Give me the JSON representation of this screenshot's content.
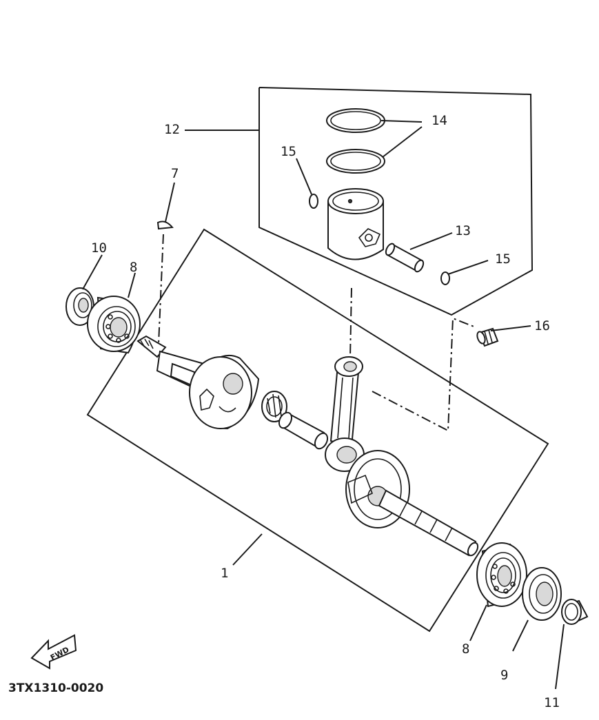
{
  "callouts": {
    "p1": "1",
    "p7": "7",
    "p8_left": "8",
    "p8_right": "8",
    "p9": "9",
    "p10": "10",
    "p11": "11",
    "p12": "12",
    "p13": "13",
    "p14": "14",
    "p15_left": "15",
    "p15_right": "15",
    "p16": "16"
  },
  "fwd_arrow": {
    "text": "FWD"
  },
  "diagram_code": "3TX1310-0020"
}
